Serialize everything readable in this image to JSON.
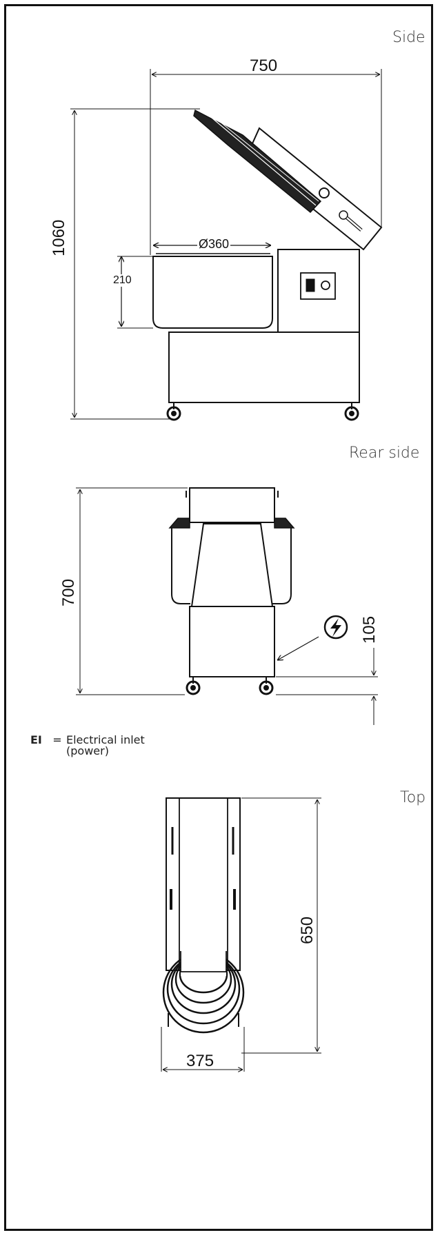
{
  "views": {
    "side": {
      "title": "Side",
      "dim_width": "750",
      "dim_height": "1060",
      "dim_bowl_diameter": "Ø360",
      "dim_bowl_height": "210"
    },
    "rear": {
      "title": "Rear side",
      "dim_height": "700",
      "dim_inlet_height": "105"
    },
    "top": {
      "title": "Top",
      "dim_depth": "650",
      "dim_width": "375"
    }
  },
  "legend": {
    "abbr": "EI",
    "equals": "=",
    "text_line1": "Electrical inlet",
    "text_line2": "(power)"
  },
  "icons": {
    "electrical_inlet": "lightning-circle-icon"
  }
}
